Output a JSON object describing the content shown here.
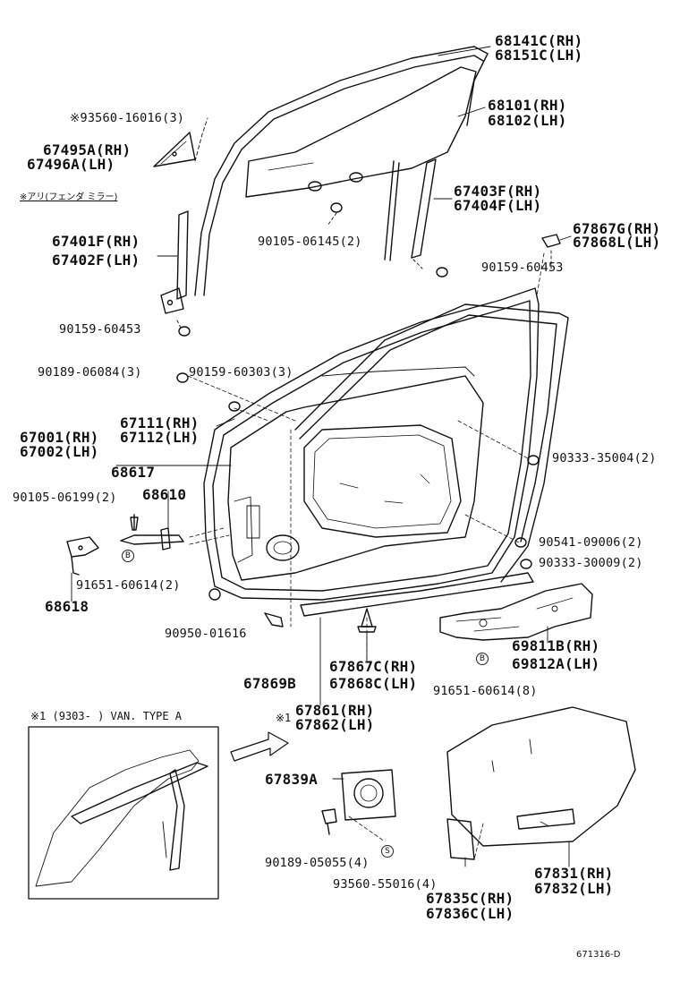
{
  "labels": {
    "l_68141c": "68141C(RH)",
    "l_68151c": "68151C(LH)",
    "l_68101": "68101(RH)",
    "l_68102": "68102(LH)",
    "l_93560_16016": "※93560-16016(3)",
    "l_67495a": "67495A(RH)",
    "l_67496a": "67496A(LH)",
    "l_ari": "※アリ(フェンダ ミラー)",
    "l_67403f": "67403F(RH)",
    "l_67404f": "67404F(LH)",
    "l_67867g": "67867G(RH)",
    "l_67868l": "67868L(LH)",
    "l_67401f": "67401F(RH)",
    "l_67402f": "67402F(LH)",
    "l_90105_06145": "90105-06145(2)",
    "l_90159_60453a": "90159-60453",
    "l_90159_60453b": "90159-60453",
    "l_90189_06084": "90189-06084(3)",
    "l_90159_60303": "90159-60303(3)",
    "l_67111": "67111(RH)",
    "l_67112": "67112(LH)",
    "l_67001": "67001(RH)",
    "l_67002": "67002(LH)",
    "l_68617": "68617",
    "l_90333_35004": "90333-35004(2)",
    "l_90105_06199": "90105-06199(2)",
    "l_68610": "68610",
    "l_90541_09006": "90541-09006(2)",
    "l_90333_30009": "90333-30009(2)",
    "l_91651_60614a": "91651-60614(2)",
    "l_68618": "68618",
    "l_90950_01616": "90950-01616",
    "l_69811b": "69811B(RH)",
    "l_69812a": "69812A(LH)",
    "l_67867c": "67867C(RH)",
    "l_67868c": "67868C(LH)",
    "l_67869b": "67869B",
    "l_91651_60614b": "91651-60614(8)",
    "l_67861": "67861(RH)",
    "l_67862": "67862(LH)",
    "l_inset": "※1 (9303-   ) VAN. TYPE A",
    "l_star1": "※1",
    "l_67839a": "67839A",
    "l_90189_05055": "90189-05055(4)",
    "l_93560_55016": "93560-55016(4)",
    "l_67835c": "67835C(RH)",
    "l_67836c": "67836C(LH)",
    "l_67831": "67831(RH)",
    "l_67832": "67832(LH)",
    "l_code": "671316-D",
    "m_b1": "B",
    "m_b2": "B",
    "m_s": "S"
  }
}
